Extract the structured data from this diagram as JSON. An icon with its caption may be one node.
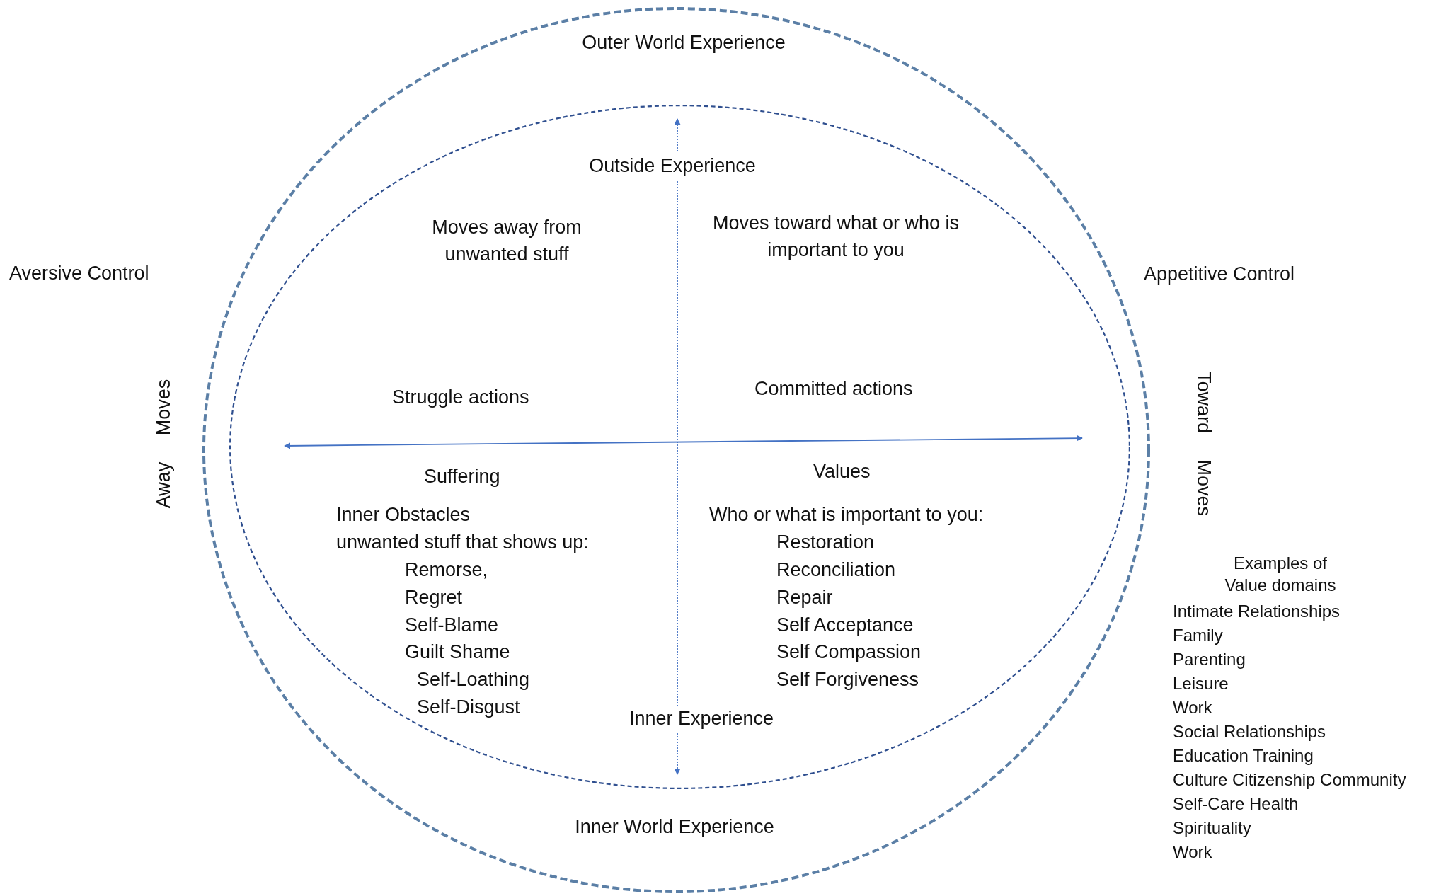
{
  "diagram": {
    "nodes": [
      {
        "text": [
          "Outer World Experience",
          "Inner World Experience"
        ]
      },
      {
        "text": [
          "Outside Experience",
          "Inner Experience"
        ],
        "in": 0
      }
    ],
    "labels": [
      "Aversive Control",
      "Appetitive Control",
      "Moves away from unwanted stuff",
      "Moves toward what or who is important to you",
      "Struggle actions",
      "Committed actions",
      "Suffering",
      "Values",
      "Inner Obstacles",
      "unwanted stuff that shows up:",
      "Remorse,",
      "Regret",
      "Self-Blame",
      "Guilt Shame",
      "Self-Loathing",
      "Self-Disgust",
      "Who or what is important to you:",
      "Restoration",
      "Reconciliation",
      "Repair",
      "Self Acceptance",
      "Self Compassion",
      "Self Forgiveness",
      "Away Moves",
      "Toward Moves",
      "Examples of Value domains",
      "Intimate Relationships",
      "Family",
      "Parenting",
      "Leisure",
      "Work",
      "Social Relationships",
      "Education Training",
      "Culture Citizenship Community",
      "Self-Care Health",
      "Spirituality",
      "Work"
    ]
  }
}
